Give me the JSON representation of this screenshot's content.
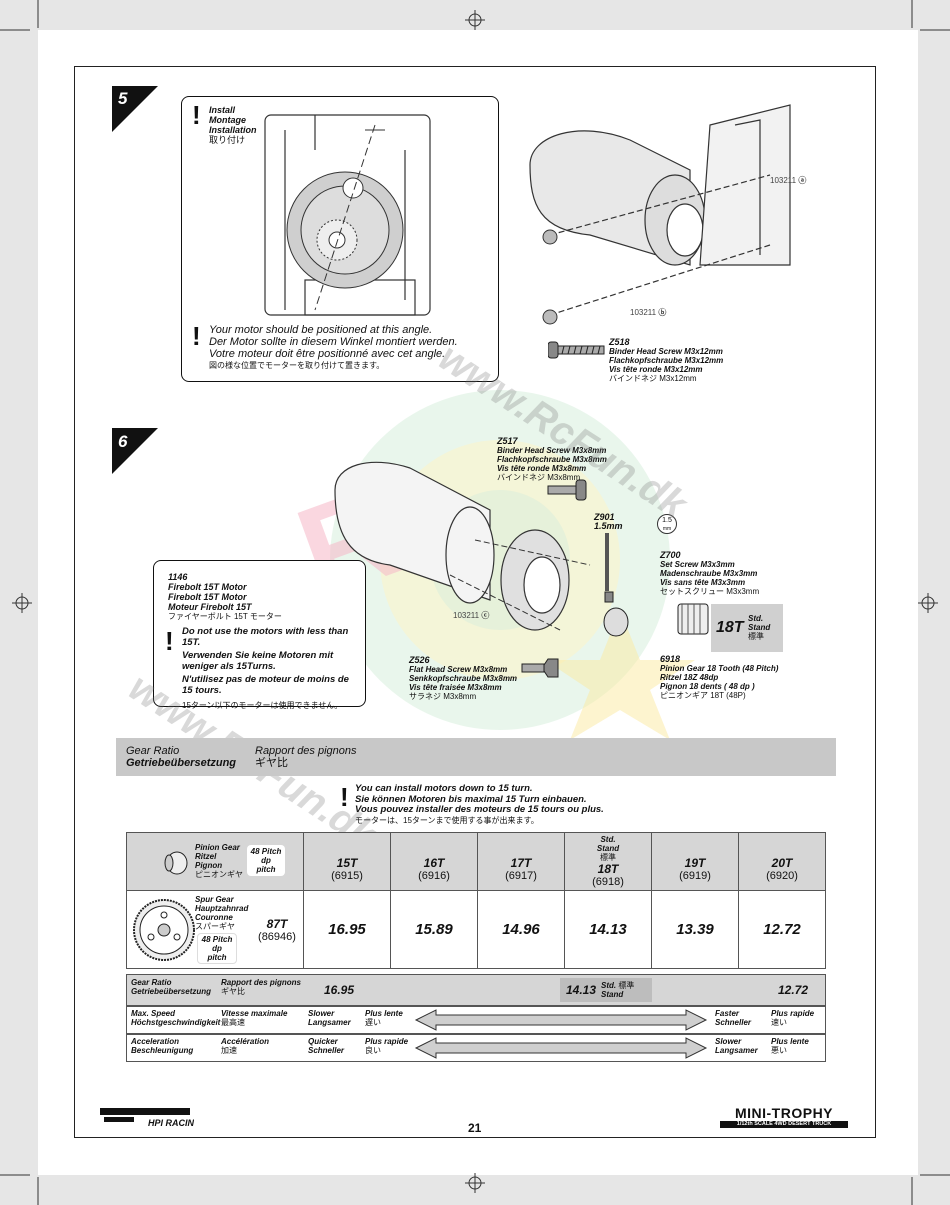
{
  "page_number": "21",
  "brand_left": "HPI RACING",
  "brand_right": {
    "title": "MINI-TROPHY",
    "sub": "1/12th SCALE 4WD DESERT TRUCK"
  },
  "watermark": {
    "line1": "www.RcFun.dk",
    "line2": "www.RcFun.dk"
  },
  "step5": {
    "number": "5",
    "install_en": "Install",
    "install_de": "Montage",
    "install_fr": "Installation",
    "install_jp": "取り付け",
    "note_en": "Your motor should be positioned at this angle.",
    "note_de": "Der Motor sollte in diesem Winkel montiert werden.",
    "note_fr": "Votre moteur doit être positionné avec cet angle.",
    "note_jp": "図の様な位置でモーターを取り付けて置きます。",
    "ref_a": "103211",
    "ref_b": "103211",
    "part": {
      "code": "Z518",
      "en": "Binder Head Screw M3x12mm",
      "de": "Flachkopfschraube M3x12mm",
      "fr": "Vis tête ronde M3x12mm",
      "jp": "バインドネジ M3x12mm"
    }
  },
  "step6": {
    "number": "6",
    "motor": {
      "code": "1146",
      "en": "Firebolt 15T Motor",
      "de": "Firebolt 15T Motor",
      "fr": "Moteur Firebolt 15T",
      "jp": "ファイヤーボルト 15T モーター",
      "warn_en": "Do not use the motors with less than 15T.",
      "warn_de": "Verwenden Sie keine Motoren mit weniger als 15Turns.",
      "warn_fr": "N'utilisez pas de moteur de moins de 15 tours.",
      "warn_jp": "15ターン以下のモーターは使用できません。"
    },
    "z517": {
      "code": "Z517",
      "en": "Binder Head Screw M3x8mm",
      "de": "Flachkopfschraube M3x8mm",
      "fr": "Vis tête ronde M3x8mm",
      "jp": "バインドネジ M3x8mm"
    },
    "z901": {
      "code": "Z901",
      "size": "1.5mm"
    },
    "hex_label": "1.5",
    "hex_unit": "mm",
    "z700": {
      "code": "Z700",
      "en": "Set Screw M3x3mm",
      "de": "Madenschraube M3x3mm",
      "fr": "Vis sans tête M3x3mm",
      "jp": "セットスクリュー M3x3mm"
    },
    "ref_c": "103211",
    "z526": {
      "code": "Z526",
      "en": "Flat Head Screw M3x8mm",
      "de": "Senkkopfschraube M3x8mm",
      "fr": "Vis tête fraisée M3x8mm",
      "jp": "サラネジ M3x8mm"
    },
    "pinion": {
      "badge_t": "18T",
      "badge_std_en": "Std.",
      "badge_std_de": "Stand",
      "badge_std_jp": "標準",
      "code": "6918",
      "en": "Pinion Gear 18 Tooth (48 Pitch)",
      "de": "Ritzel 18Z 48dp",
      "fr": "Pignon 18 dents ( 48 dp )",
      "jp": "ピニオンギア 18T (48P)"
    }
  },
  "gear_ratio_banner": {
    "en": "Gear Ratio",
    "de": "Getriebeübersetzung",
    "fr": "Rapport des pignons",
    "jp": "ギヤ比"
  },
  "install_note": {
    "en": "You can install motors down to 15 turn.",
    "de": "Sie können Motoren bis maximal 15 Turn einbauen.",
    "fr": "Vous pouvez installer des moteurs de 15 tours ou plus.",
    "jp": "モーターは、15ターンまで使用する事が出来ます。"
  },
  "table": {
    "pinion_label": {
      "en": "Pinion Gear",
      "de": "Ritzel",
      "fr": "Pignon",
      "jp": "ピニオンギヤ"
    },
    "pinion_pitch": {
      "l1": "48 Pitch",
      "l2": "dp",
      "l3": "pitch"
    },
    "spur_label": {
      "en": "Spur Gear",
      "de": "Hauptzahnrad",
      "fr": "Couronne",
      "jp": "スパーギヤ"
    },
    "spur_pitch": {
      "l1": "48 Pitch",
      "l2": "dp",
      "l3": "pitch"
    },
    "spur_teeth": "87T",
    "spur_code": "(86946)",
    "std_en": "Std.",
    "std_de": "Stand",
    "std_jp": "標準",
    "columns": [
      {
        "t": "15T",
        "code": "(6915)",
        "ratio": "16.95"
      },
      {
        "t": "16T",
        "code": "(6916)",
        "ratio": "15.89"
      },
      {
        "t": "17T",
        "code": "(6917)",
        "ratio": "14.96"
      },
      {
        "t": "18T",
        "code": "(6918)",
        "ratio": "14.13"
      },
      {
        "t": "19T",
        "code": "(6919)",
        "ratio": "13.39"
      },
      {
        "t": "20T",
        "code": "(6920)",
        "ratio": "12.72"
      }
    ]
  },
  "summary": {
    "ratio": {
      "en": "Gear Ratio",
      "de": "Getriebeübersetzung",
      "fr": "Rapport des pignons",
      "jp": "ギヤ比",
      "min": "16.95",
      "std_val": "14.13",
      "std_en": "Std.",
      "std_de": "Stand",
      "std_jp": "標準",
      "max": "12.72"
    },
    "speed": {
      "en": "Max. Speed",
      "de": "Höchstgeschwindigkeit",
      "fr": "Vitesse maximale",
      "jp": "最高速",
      "left_en": "Slower",
      "left_de": "Langsamer",
      "left_fr": "Plus lente",
      "left_jp": "遅い",
      "right_en": "Faster",
      "right_de": "Schneller",
      "right_fr": "Plus rapide",
      "right_jp": "速い"
    },
    "accel": {
      "en": "Acceleration",
      "de": "Beschleunigung",
      "fr": "Accélération",
      "jp": "加速",
      "left_en": "Quicker",
      "left_de": "Schneller",
      "left_fr": "Plus rapide",
      "left_jp": "良い",
      "right_en": "Slower",
      "right_de": "Langsamer",
      "right_fr": "Plus lente",
      "right_jp": "悪い"
    }
  }
}
